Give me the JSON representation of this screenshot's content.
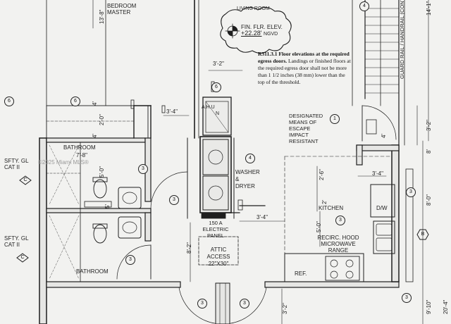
{
  "rooms": {
    "bedroom_master": [
      "BEDROOM",
      "MASTER"
    ],
    "living_room": "LIVING ROOM",
    "bathroom_top": "BATHROOM",
    "bathroom_bottom": "BATHROOM",
    "washer_dryer": [
      "WASHER",
      "&",
      "DRYER"
    ],
    "kitchen": "KITCHEN",
    "ahu": [
      "A.H.U",
      "N"
    ],
    "attic_access": [
      "ATTIC",
      "ACCESS",
      "22\"X30\""
    ],
    "electric_panel": [
      "150 A",
      "ELECTRIC",
      "PANEL"
    ],
    "dw": "D/W",
    "recirc_hood": [
      "RECIRC. HOOD",
      "MICROWAVE",
      "RANGE"
    ],
    "ref": "REF."
  },
  "finish_floor": {
    "line1": "FIN. FLR. ELEV.",
    "value": "+22.28'",
    "unit": "NGVD"
  },
  "code_note": {
    "title": "R311.3.1 Floor elevations at the required egress doors.",
    "body": "Landings or finished floors at the required egress door shall not be more than 1 1/2 inches (38 mm) lower than the top of the threshold."
  },
  "egress_note": [
    "DESIGNATED",
    "MEANS OF",
    "ESCAPE",
    "IMPACT",
    "RESISTANT"
  ],
  "guard_rail": "GUARD RAIL / HANDRAIL (CONTRACTOR TO PROV",
  "safety_glass": [
    [
      "SFTY. GL",
      "CAT II"
    ],
    [
      "SFTY. GL",
      "CAT II"
    ]
  ],
  "watermark": "©2025 Miami MLS®",
  "dimensions": {
    "d1": "13'-8\"",
    "d2": "3'-2\"",
    "d3": "3'-4\"",
    "d4": "4'",
    "d5": "2'-0\"",
    "d6": "4'",
    "d7": "7'-8\"",
    "d8": "5'-0\"",
    "d9": "5'",
    "d10": "2'-6\"",
    "d11": "3'-4\"",
    "d12": "3'-4\"",
    "d13": "5'-0\"",
    "d14": "8'-2\"",
    "d15": "8'",
    "d16": "3'-2\"",
    "d17": "8'-0\"",
    "d18": "9'-10\"",
    "d19": "14'-1\"",
    "d20": "3'-2\"",
    "d21": "4'",
    "d22": "2'",
    "d23": "20'-4\""
  },
  "tags": {
    "t1": "6",
    "t2": "6",
    "t3": "6",
    "t4": "4",
    "t5": "1",
    "t6": "3",
    "t7": "3",
    "t8": "3",
    "t9": "3",
    "t10": "3",
    "t11": "3",
    "t12": "3",
    "t13": "3",
    "t14": "4",
    "c1": "C",
    "c2": "C",
    "b1": "B"
  }
}
